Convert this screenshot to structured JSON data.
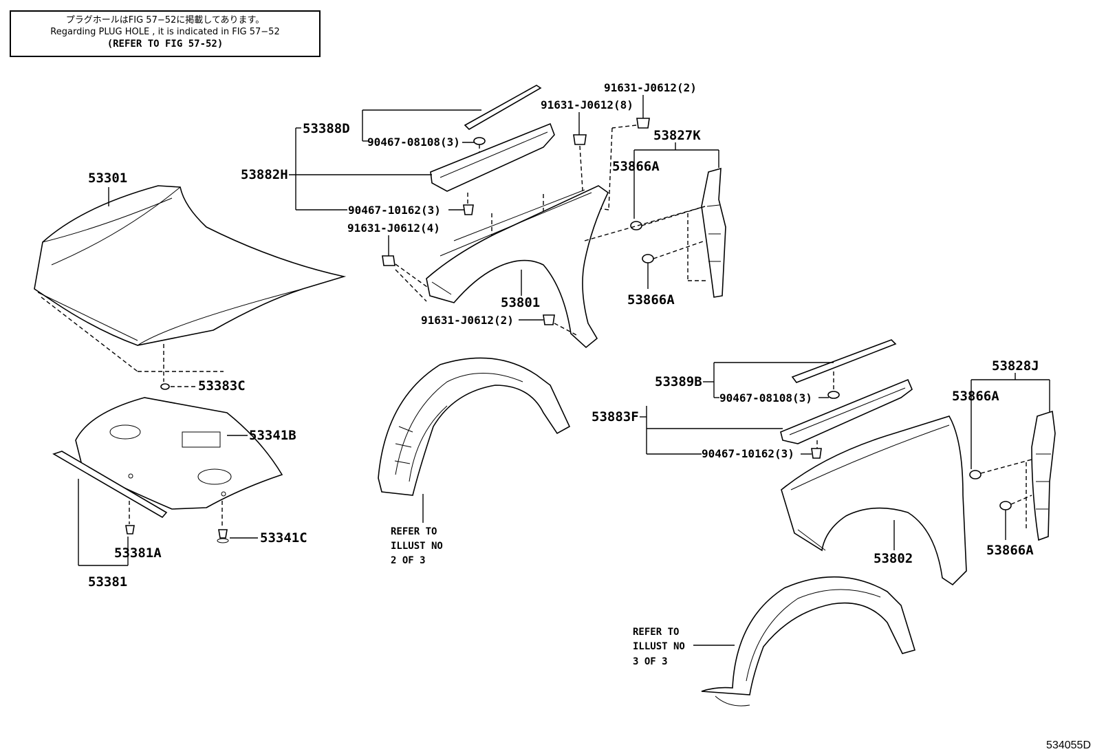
{
  "note": {
    "line1": "プラグホールはFIG 57−52に掲載してあります。",
    "line2": "Regarding  PLUG  HOLE , it is indicated in FIG  57−52",
    "line3": "(REFER TO FIG 57-52)"
  },
  "labels": {
    "p53301": "53301",
    "p53383C": "53383C",
    "p53341B": "53341B",
    "p53341C": "53341C",
    "p53381A": "53381A",
    "p53381": "53381",
    "p53388D": "53388D",
    "p53882H": "53882H",
    "p90467_08108_top": "90467-08108(3)",
    "p90467_10162_top": "90467-10162(3)",
    "p91631_4": "91631-J0612(4)",
    "p91631_8": "91631-J0612(8)",
    "p91631_2a": "91631-J0612(2)",
    "p91631_2b": "91631-J0612(2)",
    "p53801": "53801",
    "p53827K": "53827K",
    "p53866A_1": "53866A",
    "p53866A_2": "53866A",
    "p53389B": "53389B",
    "p53883F": "53883F",
    "p90467_08108_bot": "90467-08108(3)",
    "p90467_10162_bot": "90467-10162(3)",
    "p53828J": "53828J",
    "p53866A_3": "53866A",
    "p53866A_4": "53866A",
    "p53802": "53802"
  },
  "refers": {
    "r1": [
      "REFER TO",
      "ILLUST NO",
      "2 OF 3"
    ],
    "r2": [
      "REFER TO",
      "ILLUST NO",
      "3 OF 3"
    ]
  },
  "figure_code": "534055D"
}
